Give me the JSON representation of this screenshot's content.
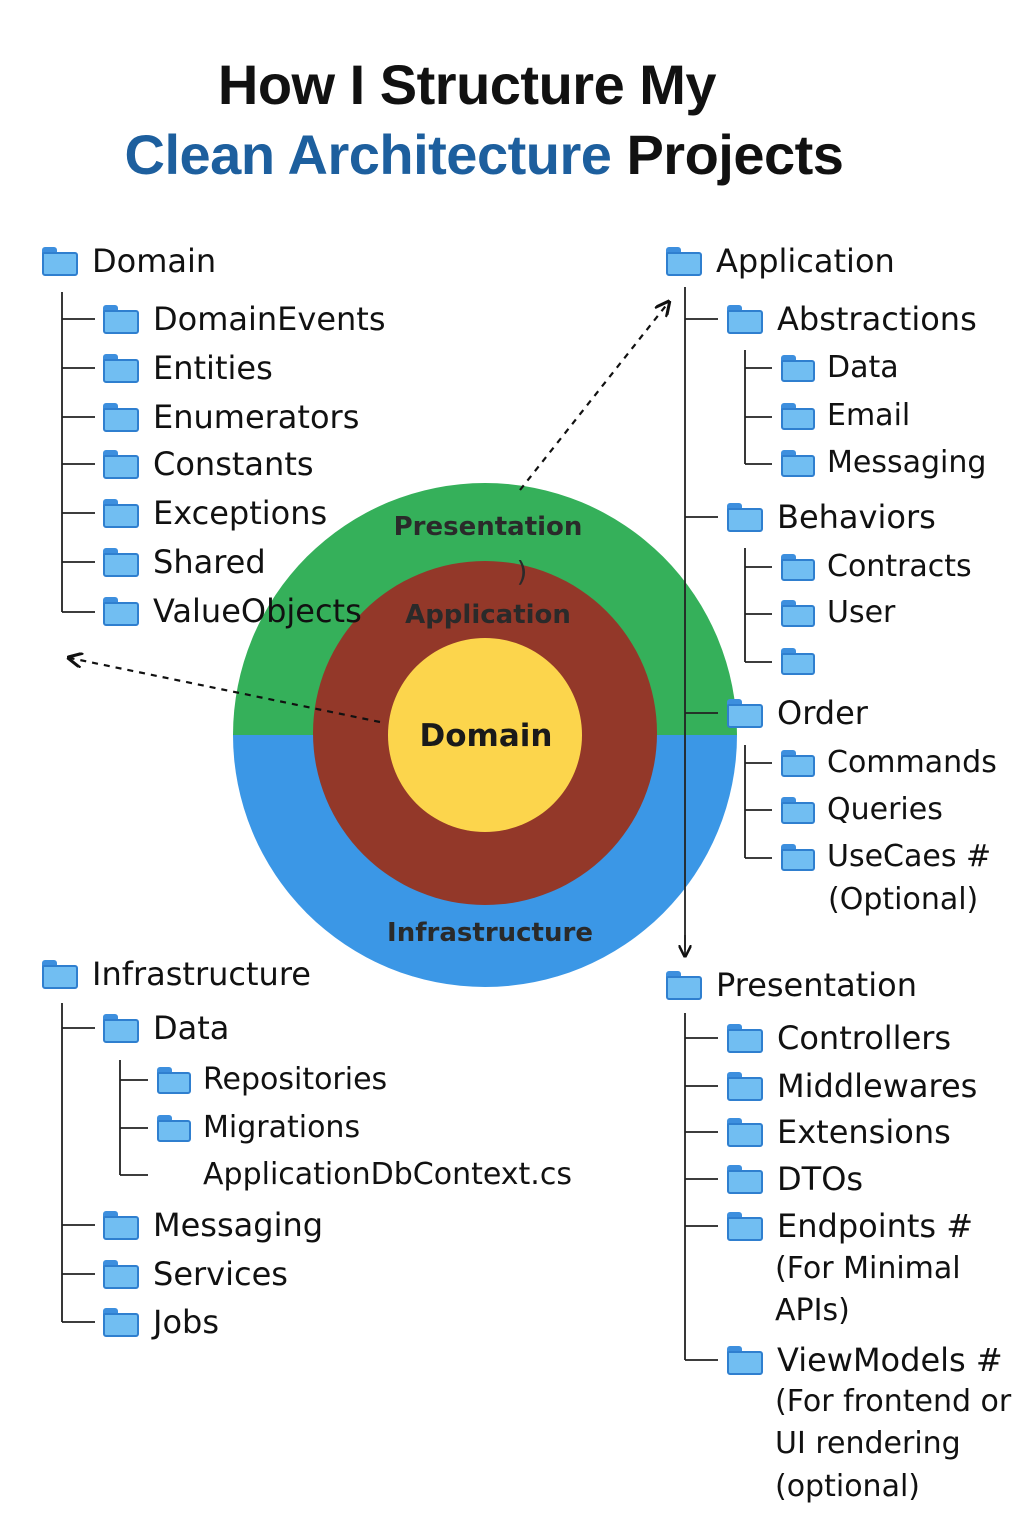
{
  "title": {
    "line1": "How I Structure My",
    "line2_accent": "Clean Architecture",
    "line2_rest": "Projects",
    "accent_color": "#1d5f9e"
  },
  "rings": {
    "presentation": "Presentation",
    "application": "Application",
    "domain": "Domain",
    "infrastructure": "Infrastructure",
    "colors": {
      "presentation": "#35b05a",
      "application": "#933829",
      "domain": "#fcd54c",
      "infrastructure": "#3b97e6"
    }
  },
  "domain": {
    "root": "Domain",
    "items": [
      "DomainEvents",
      "Entities",
      "Enumerators",
      "Constants",
      "Exceptions",
      "Shared",
      "ValueObjects"
    ]
  },
  "application": {
    "root": "Application",
    "abstractions": {
      "label": "Abstractions",
      "children": [
        "Data",
        "Email",
        "Messaging"
      ]
    },
    "behaviors": {
      "label": "Behaviors",
      "children": [
        "Contracts",
        "User",
        ""
      ]
    },
    "order": {
      "label": "Order",
      "children": [
        "Commands",
        "Queries",
        "UseCaes #"
      ],
      "note": "(Optional)"
    }
  },
  "infrastructure": {
    "root": "Infrastructure",
    "data": {
      "label": "Data",
      "children": [
        "Repositories",
        "Migrations"
      ],
      "file": "ApplicationDbContext.cs"
    },
    "items": [
      "Messaging",
      "Services",
      "Jobs"
    ]
  },
  "presentation": {
    "root": "Presentation",
    "items": [
      "Controllers",
      "Middlewares",
      "Extensions",
      "DTOs"
    ],
    "endpoints": {
      "label": "Endpoints #",
      "note1": "(For Minimal",
      "note2": "APIs)"
    },
    "viewmodels": {
      "label": "ViewModels #",
      "note1": "(For frontend or",
      "note2": "UI rendering",
      "note3": "(optional)"
    }
  },
  "stray_mark": ")"
}
